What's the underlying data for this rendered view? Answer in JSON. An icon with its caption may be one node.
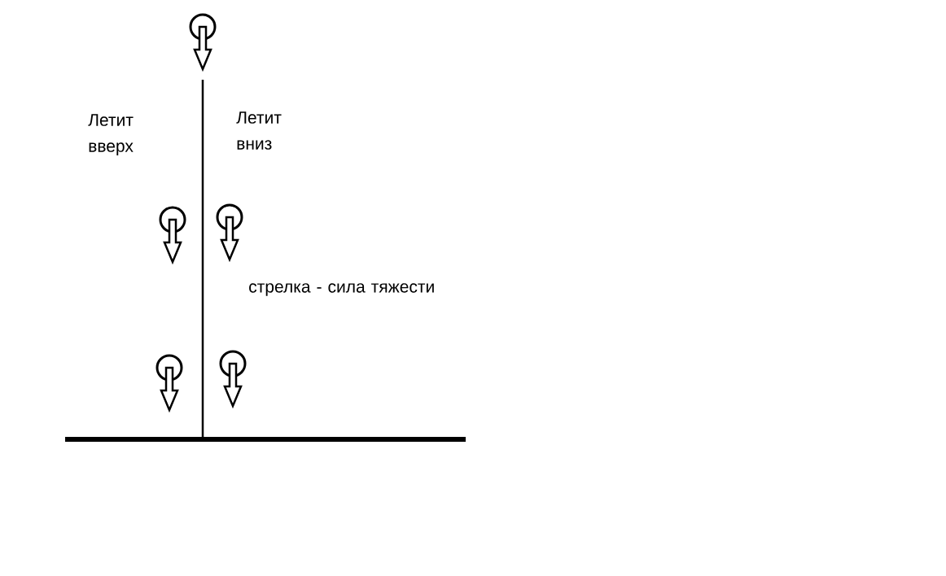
{
  "diagram": {
    "labels": [
      "Летит вверх",
      "Летит вниз",
      "стрелка - сила тяжести"
    ]
  }
}
